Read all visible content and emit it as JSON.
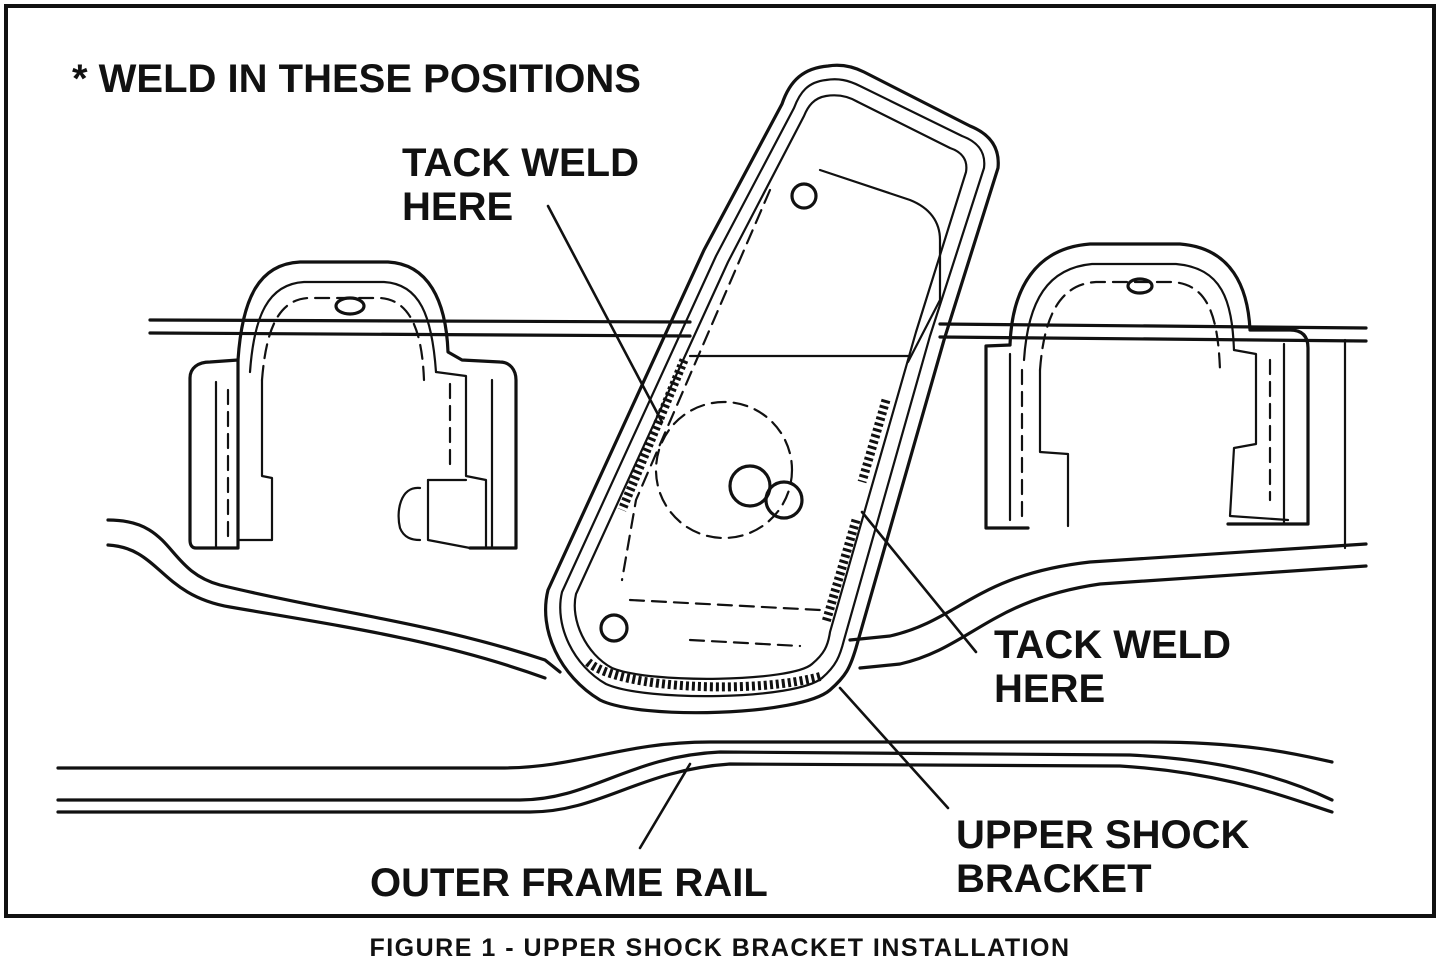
{
  "figure": {
    "caption": "FIGURE 1 - UPPER SHOCK BRACKET INSTALLATION",
    "note": "* WELD IN THESE POSITIONS",
    "callouts": {
      "tack_weld_upper": [
        "TACK WELD",
        "HERE"
      ],
      "tack_weld_lower": [
        "TACK WELD",
        "HERE"
      ],
      "upper_shock_bracket": [
        "UPPER SHOCK",
        "BRACKET"
      ],
      "outer_frame_rail": [
        "OUTER FRAME RAIL"
      ]
    }
  }
}
